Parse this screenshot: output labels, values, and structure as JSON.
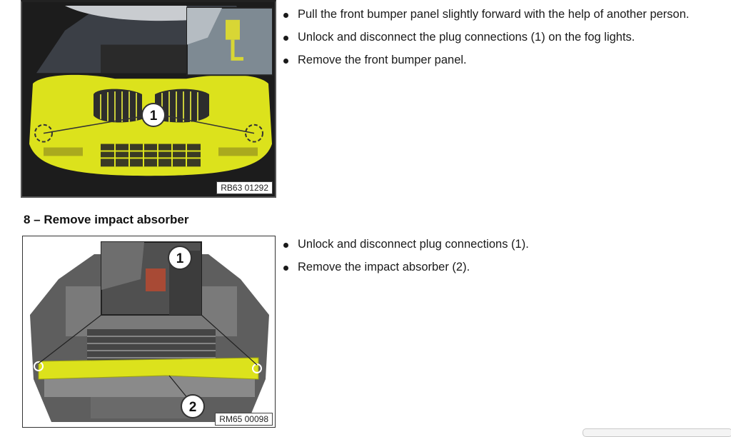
{
  "section_top": {
    "figure": {
      "reference_code": "RB63 01292",
      "callouts": [
        "1"
      ]
    },
    "steps": [
      "Pull the front bumper panel slightly forward with the help of another person.",
      "Unlock and disconnect the plug connections (1) on the fog lights.",
      "Remove the front bumper panel."
    ]
  },
  "section_8": {
    "heading": "8 – Remove impact absorber",
    "figure": {
      "reference_code": "RM65 00098",
      "callouts": [
        "1",
        "2"
      ]
    },
    "steps": [
      "Unlock and disconnect plug connections (1).",
      "Remove the impact absorber (2)."
    ]
  },
  "colors": {
    "highlight": "#dce21c",
    "text": "#1a1a1a",
    "border": "#333333"
  }
}
